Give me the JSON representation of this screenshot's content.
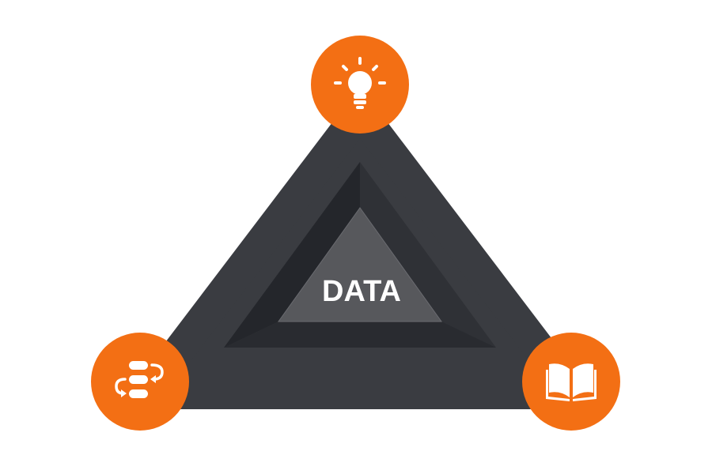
{
  "diagram": {
    "center_label": "DATA",
    "colors": {
      "outer_triangle": "#3a3c41",
      "inner_frame_dark": "#24262b",
      "inner_frame_light": "#2c2e33",
      "core_triangle": "#57585c",
      "node_fill": "#f36f14",
      "icon": "#ffffff"
    },
    "nodes": [
      {
        "position": "top",
        "icon": "lightbulb-icon"
      },
      {
        "position": "bottom-left",
        "icon": "process-flow-icon"
      },
      {
        "position": "bottom-right",
        "icon": "open-book-icon"
      }
    ]
  }
}
